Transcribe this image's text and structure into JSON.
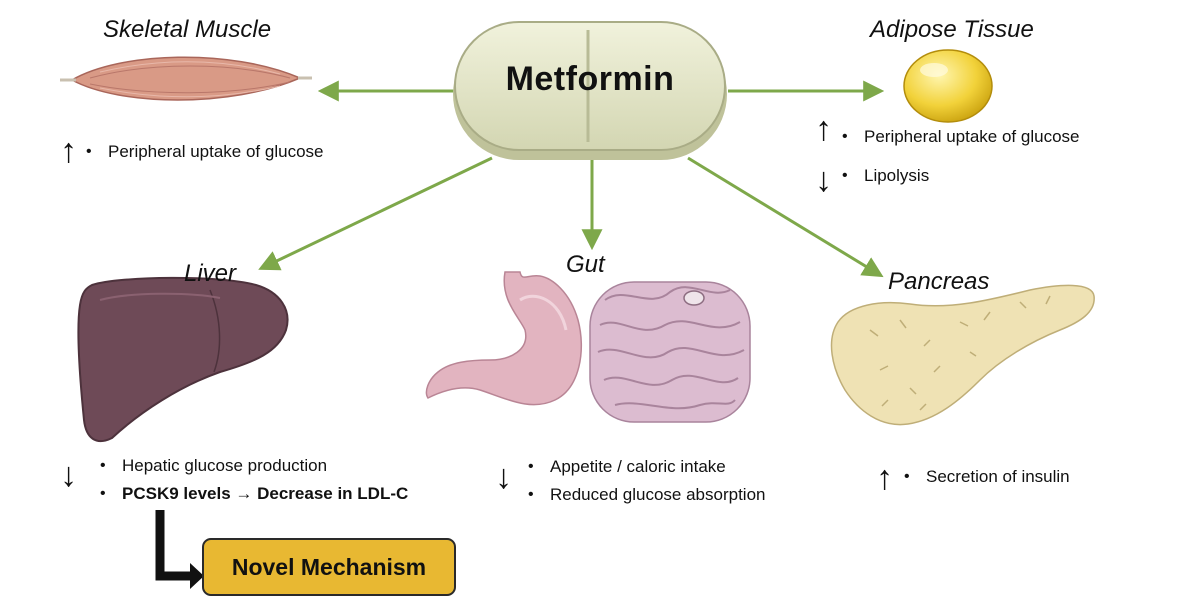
{
  "center": {
    "label": "Metformin"
  },
  "organs": {
    "skeletal_muscle": {
      "title": "Skeletal Muscle",
      "direction_up": "↑",
      "effects": [
        "Peripheral uptake of glucose"
      ]
    },
    "adipose_tissue": {
      "title": "Adipose Tissue",
      "direction_up": "↑",
      "direction_down": "↓",
      "effects": [
        "Peripheral uptake of glucose",
        "Lipolysis"
      ]
    },
    "liver": {
      "title": "Liver",
      "direction": "↓",
      "effects": [
        "Hepatic glucose production",
        "PCSK9 levels → Decrease in LDL-C"
      ]
    },
    "gut": {
      "title": "Gut",
      "direction": "↓",
      "effects": [
        "Appetite / caloric intake",
        "Reduced glucose absorption"
      ]
    },
    "pancreas": {
      "title": "Pancreas",
      "direction": "↑",
      "effects": [
        "Secretion of insulin"
      ]
    }
  },
  "novel": {
    "label": "Novel Mechanism"
  },
  "bullet": "•",
  "colors": {
    "arrow_green": "#7ea84a",
    "pill": "#e6e8cd",
    "liver": "#6e4a57",
    "stomach": "#e2b4c0",
    "intestine": "#dcbcd0",
    "pancreas": "#efe2b4",
    "fat": "#f2d23a",
    "muscle": "#d99a86",
    "novel_box": "#e8b832"
  }
}
